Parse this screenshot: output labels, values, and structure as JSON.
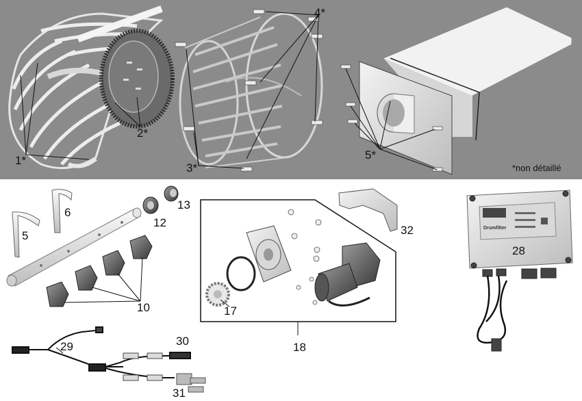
{
  "diagram": {
    "note": "*non détaillé",
    "controller_brand": "Drumfilter",
    "labels": {
      "p1": "1*",
      "p2": "2*",
      "p3": "3*",
      "p4": "4*",
      "p5_top": "5*",
      "p5": "5",
      "p6": "6",
      "p10": "10",
      "p12": "12",
      "p13": "13",
      "p17": "17",
      "p18": "18",
      "p28": "28",
      "p29": "29",
      "p30": "30",
      "p31": "31",
      "p32": "32"
    }
  }
}
